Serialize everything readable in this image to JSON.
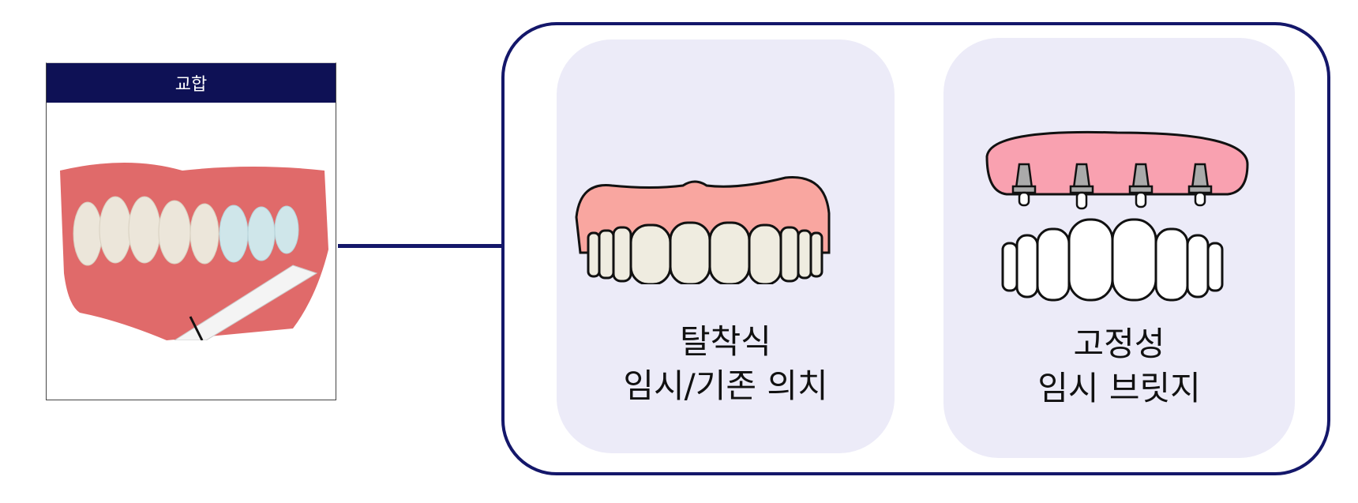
{
  "left_card": {
    "title": "교합"
  },
  "options": [
    {
      "line1": "탈착식",
      "line2": "임시/기존 의치"
    },
    {
      "line1": "고정성",
      "line2": "임시 브릿지"
    }
  ],
  "colors": {
    "navy": "#14176a",
    "header": "#0e1155",
    "panel": "#ecebf8",
    "gum": "#f9a6a0",
    "gum2": "#f9a1b0"
  }
}
